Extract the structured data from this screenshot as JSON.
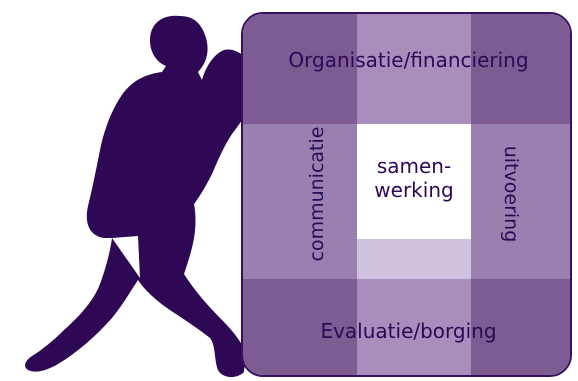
{
  "diagram": {
    "top_label": "Organisatie/financiering",
    "left_label": "communicatie",
    "right_label": "uitvoering",
    "center_label_line1": "samen-",
    "center_label_line2": "werking",
    "bottom_label": "Evaluatie/borging"
  },
  "colors": {
    "silhouette": "#2e0854",
    "corner": "#7c5c93",
    "edge_top_bottom": "#a98dbd",
    "edge_sides": "#9a80b1",
    "center": "#ffffff",
    "center_bottom": "#cfc2de",
    "text": "#2e0854",
    "border": "#3a0f5e"
  }
}
